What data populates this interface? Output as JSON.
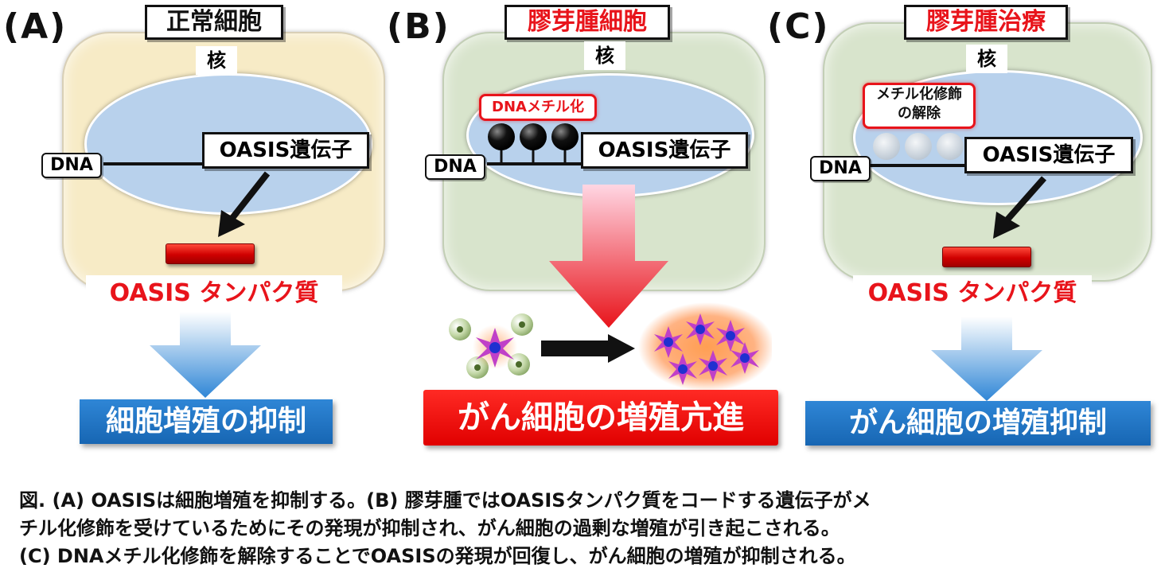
{
  "panelA": {
    "letter": "(A)",
    "title": "正常細胞",
    "nucleus_label": "核",
    "dna_label": "DNA",
    "gene_label": "OASIS遺伝子",
    "protein_label": "OASIS タンパク質",
    "outcome": "細胞増殖の抑制"
  },
  "panelB": {
    "letter": "(B)",
    "title": "膠芽腫細胞",
    "nucleus_label": "核",
    "dna_label": "DNA",
    "gene_label": "OASIS遺伝子",
    "methylation_tag": "DNAメチル化",
    "outcome": "がん細胞の増殖亢進"
  },
  "panelC": {
    "letter": "(C)",
    "title": "膠芽腫治療",
    "nucleus_label": "核",
    "dna_label": "DNA",
    "gene_label": "OASIS遺伝子",
    "demethylation_tag_line1": "メチル化修飾",
    "demethylation_tag_line2": "の解除",
    "protein_label": "OASIS タンパク質",
    "outcome": "がん細胞の増殖抑制"
  },
  "caption": {
    "line1": "図. (A) OASISは細胞増殖を抑制する。(B) 膠芽腫ではOASISタンパク質をコードする遺伝子がメ",
    "line2": "チル化修飾を受けているためにその発現が抑制され、がん細胞の過剰な増殖が引き起こされる。",
    "line3": "(C) DNAメチル化修飾を解除することでOASISの発現が回復し、がん細胞の増殖が抑制される。"
  },
  "colors": {
    "red": "#e8141b",
    "blue": "#1766b3",
    "normal_cell": "#f7ebc6",
    "tumor_cell": "#d8e4cc",
    "nucleus": "#b8d1ec"
  }
}
